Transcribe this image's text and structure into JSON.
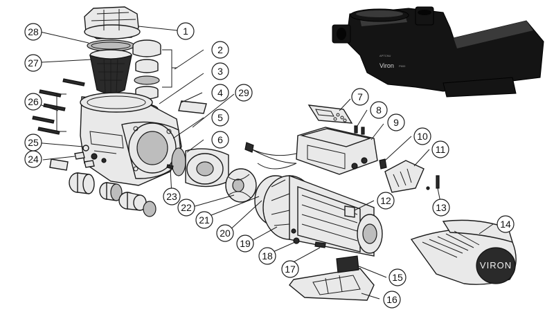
{
  "callouts": [
    {
      "label": "1"
    },
    {
      "label": "2"
    },
    {
      "label": "3"
    },
    {
      "label": "4"
    },
    {
      "label": "5"
    },
    {
      "label": "6"
    },
    {
      "label": "7"
    },
    {
      "label": "8"
    },
    {
      "label": "9"
    },
    {
      "label": "10"
    },
    {
      "label": "11"
    },
    {
      "label": "12"
    },
    {
      "label": "13"
    },
    {
      "label": "14"
    },
    {
      "label": "15"
    },
    {
      "label": "16"
    },
    {
      "label": "17"
    },
    {
      "label": "18"
    },
    {
      "label": "19"
    },
    {
      "label": "20"
    },
    {
      "label": "21"
    },
    {
      "label": "22"
    },
    {
      "label": "23"
    },
    {
      "label": "24"
    },
    {
      "label": "25"
    },
    {
      "label": "26"
    },
    {
      "label": "27"
    },
    {
      "label": "28"
    },
    {
      "label": "29"
    }
  ],
  "product_photo": {
    "brand_small": "APTCNU",
    "model_name": "Viron",
    "model_suffix": "P600"
  },
  "cover_brand": "VIRON"
}
